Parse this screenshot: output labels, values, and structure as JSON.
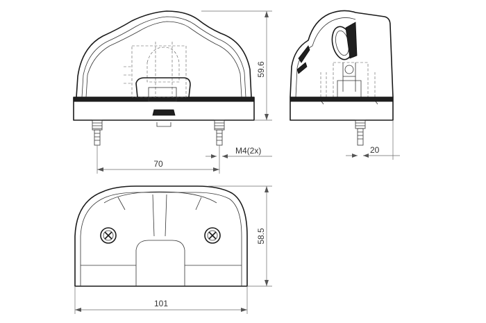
{
  "dimensions": {
    "height_front": "59.6",
    "stud_spacing": "70",
    "thread": "M4(2x)",
    "depth_side": "20",
    "height_bottom": "58.5",
    "width_bottom": "101"
  }
}
